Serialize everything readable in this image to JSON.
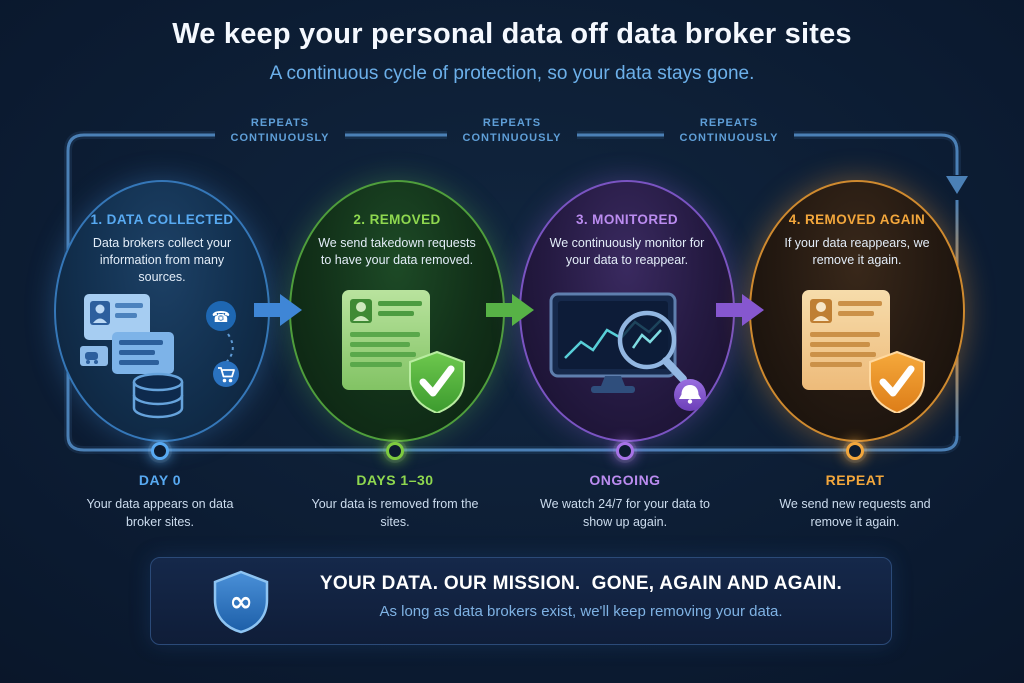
{
  "header": {
    "title": "We keep your personal data off data broker sites",
    "subtitle": "A continuous cycle of protection, so your data stays gone."
  },
  "cycle": {
    "repeat_labels": [
      {
        "line1": "REPEATS",
        "line2": "CONTINUOUSLY"
      },
      {
        "line1": "REPEATS",
        "line2": "CONTINUOUSLY"
      },
      {
        "line1": "REPEATS",
        "line2": "CONTINUOUSLY"
      }
    ],
    "track_color": "#4b80b6",
    "repeat_arrow_color": "#d98a2e"
  },
  "stages": [
    {
      "heading": "1. DATA COLLECTED",
      "description": "Data brokers collect your information from many sources.",
      "accent": "#58aaf2",
      "icons": [
        "id-card-icon",
        "contact-card-icon",
        "vehicle-card-icon",
        "database-icon",
        "phone-icon",
        "cart-icon"
      ],
      "timeline": {
        "label": "DAY 0",
        "description": "Your data appears on data broker sites."
      }
    },
    {
      "heading": "2. REMOVED",
      "description": "We send takedown requests to have your data removed.",
      "accent": "#8fd84f",
      "icons": [
        "document-icon",
        "shield-check-icon"
      ],
      "timeline": {
        "label": "DAYS 1–30",
        "description": "Your data is removed from the sites."
      }
    },
    {
      "heading": "3. MONITORED",
      "description": "We continuously monitor for your data to reappear.",
      "accent": "#bb8cf0",
      "icons": [
        "monitor-icon",
        "magnifier-icon",
        "bell-icon"
      ],
      "timeline": {
        "label": "ONGOING",
        "description": "We watch 24/7 for your data to show up again."
      }
    },
    {
      "heading": "4. REMOVED AGAIN",
      "description": "If your data reappears, we remove it again.",
      "accent": "#f3a73c",
      "icons": [
        "document-icon",
        "shield-check-icon"
      ],
      "timeline": {
        "label": "REPEAT",
        "description": "We send new requests and remove it again."
      }
    }
  ],
  "banner": {
    "icon": "infinity-shield-icon",
    "title": "YOUR DATA. OUR MISSION.  GONE, AGAIN AND AGAIN.",
    "subtitle": "As long as data brokers exist, we'll keep removing your data."
  }
}
